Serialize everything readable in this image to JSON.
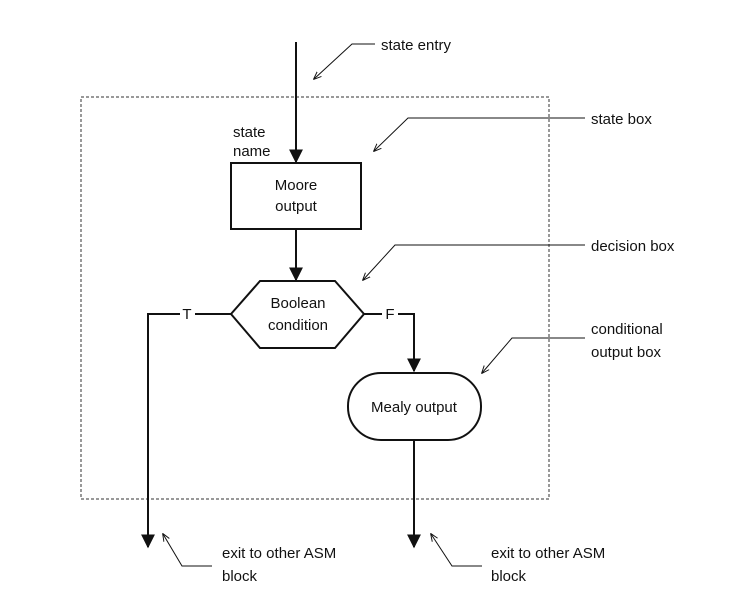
{
  "diagram": {
    "labels": {
      "state_entry": "state entry",
      "state_box": "state box",
      "state_name_line1": "state",
      "state_name_line2": "name",
      "moore_line1": "Moore",
      "moore_line2": "output",
      "decision_box": "decision box",
      "boolean_line1": "Boolean",
      "boolean_line2": "condition",
      "true_branch": "T",
      "false_branch": "F",
      "conditional_line1": "conditional",
      "conditional_line2": "output box",
      "mealy": "Mealy output",
      "exit_left_line1": "exit to other ASM",
      "exit_left_line2": "block",
      "exit_right_line1": "exit to other ASM",
      "exit_right_line2": "block"
    }
  }
}
